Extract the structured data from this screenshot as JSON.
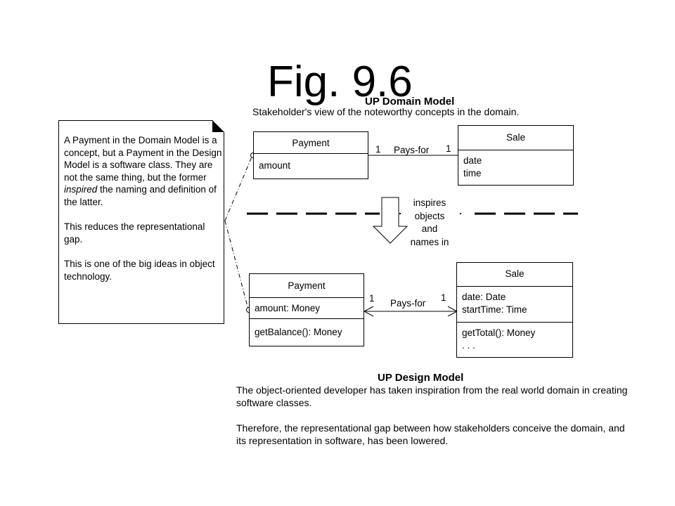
{
  "slide": {
    "title": "Fig. 9.6"
  },
  "domain_model": {
    "heading": "UP Domain Model",
    "subtitle": "Stakeholder's view of the noteworthy concepts in the domain.",
    "payment": {
      "name": "Payment",
      "attributes": [
        "amount"
      ]
    },
    "sale": {
      "name": "Sale",
      "attributes": [
        "date",
        "time"
      ]
    },
    "association": {
      "label": "Pays-for",
      "mult_left": "1",
      "mult_right": "1"
    }
  },
  "inspires_label": [
    "inspires",
    "objects",
    "and",
    "names in"
  ],
  "note": {
    "paragraph1_a": "A Payment in the Domain Model is a concept, but a Payment in the Design Model is a software class. They are not the same thing, but the former ",
    "paragraph1_em": "inspired",
    "paragraph1_b": " the naming and definition of the latter.",
    "paragraph2": "This reduces the representational gap.",
    "paragraph3": "This is one of the big ideas in object technology."
  },
  "design_model": {
    "heading": "UP Design Model",
    "payment": {
      "name": "Payment",
      "attributes": [
        "amount: Money"
      ],
      "operations": [
        "getBalance(): Money"
      ]
    },
    "sale": {
      "name": "Sale",
      "attributes": [
        "date: Date",
        "startTime: Time"
      ],
      "operations": [
        "getTotal(): Money",
        ". . ."
      ]
    },
    "association": {
      "label": "Pays-for",
      "mult_left": "1",
      "mult_right": "1"
    },
    "paragraph1": "The object-oriented developer has taken inspiration from the real world domain in creating software classes.",
    "paragraph2": "Therefore, the representational gap between how stakeholders conceive the domain, and its representation in software, has been lowered."
  }
}
